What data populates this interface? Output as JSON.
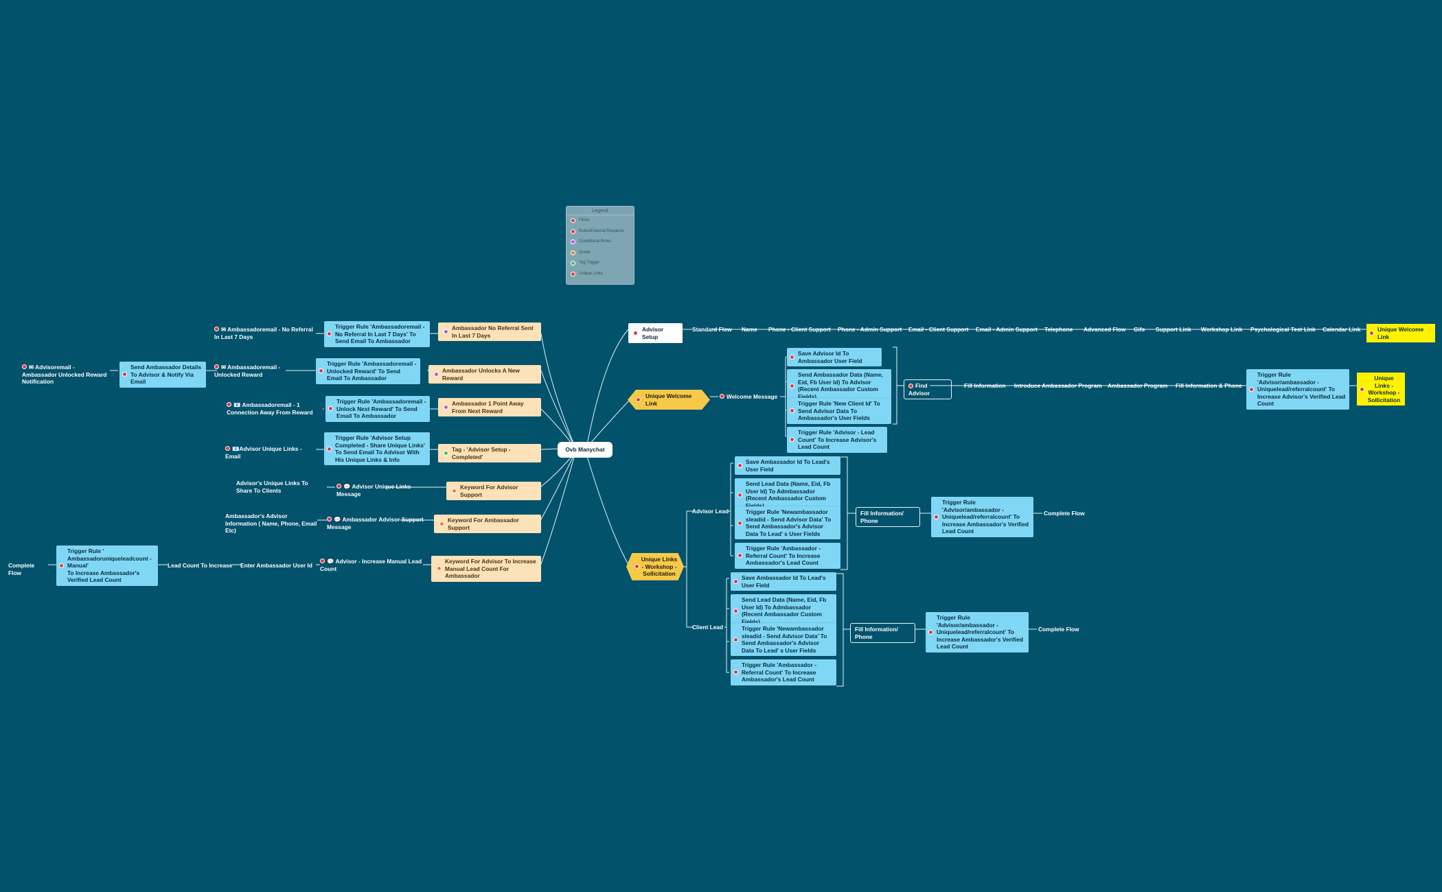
{
  "legend": {
    "title": "Legend",
    "items": [
      {
        "label": "Flows",
        "color": "#e8343a"
      },
      {
        "label": "Rules/External Requests",
        "color": "#e8343a"
      },
      {
        "label": "Conditional Rules",
        "color": "#b35ad6"
      },
      {
        "label": "Quote",
        "color": "#ef7a2b"
      },
      {
        "label": "Tag Trigger",
        "color": "#43c15a"
      },
      {
        "label": "Unique Links",
        "color": "#e8343a"
      }
    ]
  },
  "center": "Ovb Manychat",
  "left": {
    "b1": {
      "peach": "Ambassador No Referral Sent In Last 7 Days",
      "rule": "Trigger Rule 'Ambassadoremail - No Referral In Last 7 Days' To Send Email To Ambassador",
      "email": "✉ Ambassadoremail - No Referral In Last 7 Days"
    },
    "b2": {
      "peach": "Ambassador Unlocks A New Reward",
      "rule": "Trigger Rule 'Ambassadoremail - Unlocked Reward' To Send Email To Ambassador",
      "email": "✉ Ambassadoremail - Unlocked Reward",
      "send": "Send Ambassador Details To Advisor & Notify Via Email",
      "advisor": "✉ Advisoremail -  Ambassador Unlocked Reward Notification"
    },
    "b3": {
      "peach": "Ambassador 1 Point Away From Next Reward",
      "rule": "Trigger Rule 'Ambassadoremail - Unlock Next Reward' To Send Email To Ambassador",
      "email": "📧 Ambassadoremail - 1 Connection Away From Reward"
    },
    "b4": {
      "peach": "Tag - 'Advisor Setup - Completed'",
      "rule": "Trigger Rule 'Advisor Setup Completed - Share Unique Links' To Send Email To Advisor With His Unique Links & Info",
      "email": "📧Advisor Unique Links - Email"
    },
    "b5": {
      "peach": "Keyword For Advisor Support",
      "msg": "💬 Advisor Unique Links - Message",
      "text": "Advisor's Unique Links To Share To Clients"
    },
    "b6": {
      "peach": "Keyword For Ambassador Support",
      "msg": "💬 Ambassador Advisor Support - Message",
      "text": "Ambassador's Advisor Information ( Name, Phone, Email Etc)"
    },
    "b7": {
      "peach": "Keyword For Advisor To Increase Manual Lead Count For Ambassador",
      "msg": "💬 Advisor - Increase Manual Lead Count",
      "enter": "Enter Ambassador User Id",
      "lead": "Lead Count To Increase",
      "rule": "Trigger Rule ' Ambassadoruniqueleadcount - Manual'\nTo Increase Ambassador's Verified Lead Count",
      "complete": "Complete Flow"
    }
  },
  "advisor_setup": {
    "label": "Advisor Setup",
    "chain": [
      "Standard Flow",
      "Name",
      "Phone - Client Support",
      "Phone - Admin Support",
      "Email - Client Support",
      "Email - Admin Support",
      "Telephone",
      "Advanced Flow",
      "Gifs",
      "Support Link",
      "Workshop Link",
      "Psychological Test Link",
      "Calendar Link"
    ],
    "end": "Unique Welcome Link"
  },
  "welcome": {
    "label": "Unique Welcome Link",
    "message": "Welcome Message",
    "rules": [
      "Save Advisor Id To Ambassador User Field",
      "Send Ambassador Data (Name, Eid, Fb User Id) To Advisor (Recent Ambassador Custom Fields)",
      "Trigger Rule 'New Client Id' To Send Advisor Data To Ambassador's User Fields",
      "Trigger Rule 'Advisor - Lead Count' To Increase Advisor's Lead Count"
    ],
    "find": "Find Advisor",
    "chain": [
      "Fill Information",
      "Introduce Ambassador Program",
      "Ambassador Program",
      "Fill Information & Phone"
    ],
    "final_rule": "Trigger Rule 'Advisor/ambassador - Uniquelead/referralcount' To Increase Advisor's Verified Lead Count",
    "end": "Unique Links - Workshop - Sollicitation"
  },
  "workshop": {
    "label": "Unique Links - Workshop - Sollicitation",
    "advisor_lead": {
      "label": "Advisor Lead",
      "rules": [
        "Save Ambassador Id To Lead's User Field",
        "Send Lead Data (Name, Eid, Fb User Id) To Admbassador (Recent Ambassador Custom Fields)",
        "Trigger Rule 'Newambassador sleadid - Send Advisor Data' To Send Ambassador's Advisor Data To Lead' s User Fields",
        "Trigger Rule 'Ambassador - Referral Count' To Increase Ambassador's Lead Count"
      ],
      "fill": "Fill Information/ Phone",
      "final_rule": "Trigger Rule 'Advisor/ambassador - Uniquelead/referralcount' To Increase Ambassador's Verified Lead Count",
      "complete": "Complete Flow"
    },
    "client_lead": {
      "label": "Client Lead",
      "rules": [
        "Save Ambassador Id To Lead's User Field",
        "Send Lead Data (Name, Eid, Fb User Id) To Admbassador (Recent Ambassador Custom Fields)",
        "Trigger Rule 'Newambassador sleadid - Send Advisor Data' To Send Ambassador's Advisor Data To Lead' s User Fields",
        "Trigger Rule 'Ambassador - Referral Count' To Increase Ambassador's Lead Count"
      ],
      "fill": "Fill Information/ Phone",
      "final_rule": "Trigger Rule 'Advisor/ambassador - Uniquelead/referralcount' To Increase Ambassador's Verified Lead Count",
      "complete": "Complete Flow"
    }
  }
}
